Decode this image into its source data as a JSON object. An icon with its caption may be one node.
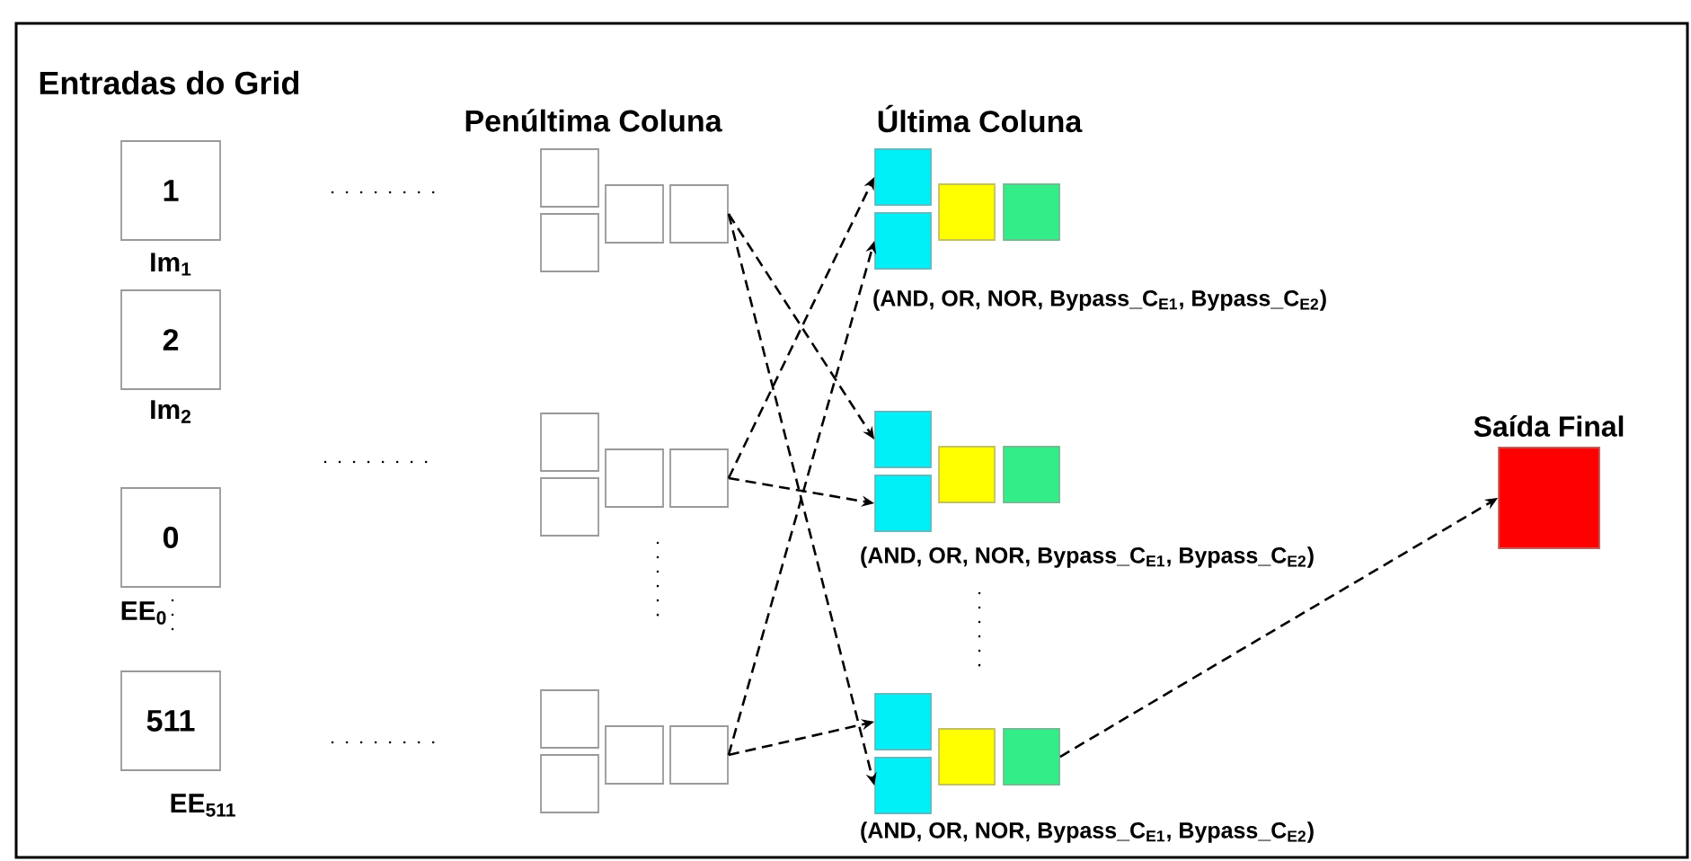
{
  "diagram": {
    "nodes": [
      {
        "text": [
          "1"
        ],
        "beside": [
          "Im$_{1}$"
        ]
      },
      {
        "text": [
          "2"
        ],
        "beside": [
          "Im$_{2}$"
        ]
      },
      {
        "text": [
          "0"
        ],
        "beside": [
          "EE$_{0}$"
        ]
      },
      {
        "text": [
          "511"
        ],
        "beside": [
          "EE$_{511}$"
        ]
      },
      {
        "text": [],
        "shape": "box"
      },
      {
        "text": [],
        "shape": "box"
      },
      {
        "text": [],
        "shape": "box"
      },
      {
        "text": [],
        "shape": "box"
      },
      {
        "text": [],
        "shape": "box"
      },
      {
        "text": [],
        "shape": "box"
      },
      {
        "text": [],
        "shape": "box"
      },
      {
        "text": [],
        "shape": "box"
      },
      {
        "text": [],
        "shape": "box"
      },
      {
        "text": [],
        "shape": "box"
      },
      {
        "text": [],
        "shape": "box"
      },
      {
        "text": [],
        "shape": "box"
      },
      {
        "text": [],
        "shape": "box"
      },
      {
        "text": [],
        "shape": "box"
      },
      {
        "text": [],
        "shape": "box"
      },
      {
        "text": [],
        "shape": "box"
      },
      {
        "text": [],
        "shape": "box"
      },
      {
        "text": [],
        "shape": "box"
      },
      {
        "text": [],
        "shape": "box"
      },
      {
        "text": [],
        "shape": "box"
      },
      {
        "text": [],
        "shape": "box"
      },
      {
        "text": [],
        "shape": "box"
      },
      {
        "text": [],
        "shape": "box"
      },
      {
        "text": [],
        "shape": "box"
      },
      {
        "text": [],
        "shape": "box",
        "beside": [
          "Saída Final"
        ]
      }
    ],
    "edges": [
      {
        "from": 7,
        "to": 20,
        "arrow": "to",
        "style": "dashed"
      },
      {
        "from": 7,
        "to": 25,
        "arrow": "to",
        "style": "dashed"
      },
      {
        "from": 11,
        "to": 16,
        "arrow": "to",
        "style": "dashed"
      },
      {
        "from": 11,
        "to": 21,
        "arrow": "to",
        "style": "dashed"
      },
      {
        "from": 15,
        "to": 17,
        "arrow": "to",
        "style": "dashed"
      },
      {
        "from": 15,
        "to": 24,
        "arrow": "to",
        "style": "dashed"
      },
      {
        "from": 27,
        "to": 28,
        "arrow": "to",
        "style": "dashed"
      }
    ],
    "labels": [
      "Entradas do Grid",
      "Penúltima Coluna",
      "Última Coluna",
      "(AND, OR, NOR, Bypass_C$_{E1}$, Bypass_C$_{E2}$)",
      "(AND, OR, NOR, Bypass_C$_{E1}$, Bypass_C$_{E2}$)",
      "(AND, OR, NOR, Bypass_C$_{E1}$, Bypass_C$_{E2}$)"
    ]
  }
}
